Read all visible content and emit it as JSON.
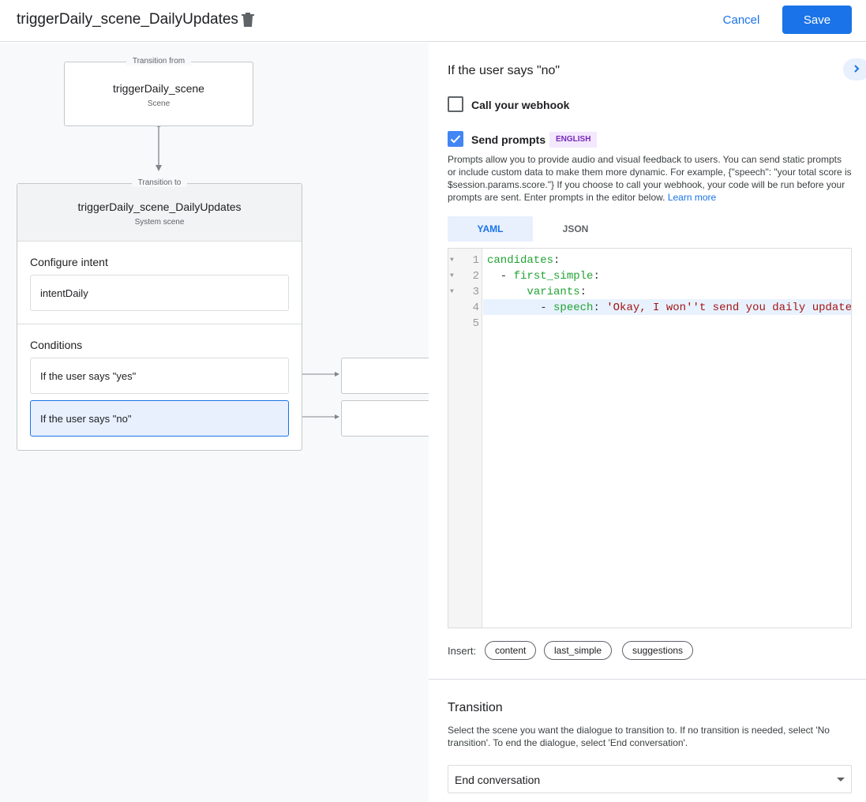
{
  "header": {
    "title": "triggerDaily_scene_DailyUpdates",
    "cancel": "Cancel",
    "save": "Save"
  },
  "canvas": {
    "from": {
      "legend": "Transition from",
      "name": "triggerDaily_scene",
      "type": "Scene"
    },
    "to": {
      "legend": "Transition to",
      "name": "triggerDaily_scene_DailyUpdates",
      "type": "System scene",
      "intent_label": "Configure intent",
      "intent": "intentDaily",
      "conditions_label": "Conditions",
      "conditions": [
        {
          "label": "If the user says \"yes\""
        },
        {
          "label": "If the user says \"no\"",
          "selected": true
        }
      ]
    }
  },
  "panel": {
    "heading": "If the user says \"no\"",
    "webhook": {
      "label": "Call your webhook",
      "checked": false
    },
    "prompts": {
      "label": "Send prompts",
      "checked": true,
      "badge": "ENGLISH",
      "description": "Prompts allow you to provide audio and visual feedback to users. You can send static prompts or include custom data to make them more dynamic. For example, {\"speech\": \"your total score is $session.params.score.\"} If you choose to call your webhook, your code will be run before your prompts are sent. Enter prompts in the editor below.",
      "learn_more": "Learn more"
    },
    "tabs": [
      {
        "label": "YAML",
        "active": true
      },
      {
        "label": "JSON",
        "active": false
      }
    ],
    "editor": {
      "line_numbers": [
        "1",
        "2",
        "3",
        "4",
        "5"
      ],
      "lines": [
        [
          "candidates",
          ":"
        ],
        [
          "  - ",
          "first_simple",
          ":"
        ],
        [
          "      ",
          "variants",
          ":"
        ],
        [
          "        - ",
          "speech",
          ": ",
          "'Okay, I won''t send you daily update"
        ],
        [
          ""
        ]
      ]
    },
    "insert": {
      "label": "Insert:",
      "chips": [
        "content",
        "last_simple",
        "suggestions"
      ]
    },
    "transition": {
      "heading": "Transition",
      "description": "Select the scene you want the dialogue to transition to. If no transition is needed, select 'No transition'. To end the dialogue, select 'End conversation'.",
      "selected": "End conversation"
    }
  },
  "colors": {
    "accent": "#1a73e8",
    "selected_condition": "#e8f0fe",
    "yaml_key": "#22a233",
    "yaml_string": "#a31515"
  }
}
